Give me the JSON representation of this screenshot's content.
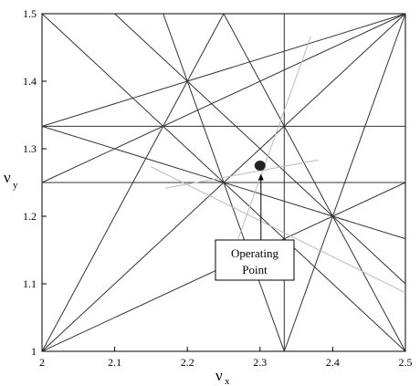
{
  "chart_data": {
    "type": "scatter",
    "title": "",
    "xlabel": {
      "main": "ν",
      "sub": "x"
    },
    "ylabel": {
      "main": "ν",
      "sub": "y"
    },
    "xlim": [
      2,
      2.5
    ],
    "ylim": [
      1,
      1.5
    ],
    "grid": false,
    "xticks": [
      "2",
      "2.1",
      "2.2",
      "2.3",
      "2.4",
      "2.5"
    ],
    "yticks": [
      "1",
      "1.1",
      "1.2",
      "1.3",
      "1.4",
      "1.5"
    ],
    "colors": {
      "dark_line": "#333333",
      "light_line": "#bbbbbb",
      "marker": "#222222"
    },
    "resonance_lines": [
      {
        "from": [
          2,
          1
        ],
        "to": [
          2.5,
          1.5
        ]
      },
      {
        "from": [
          2,
          1.5
        ],
        "to": [
          2.5,
          1
        ]
      },
      {
        "from": [
          2,
          1
        ],
        "to": [
          2.25,
          1.5
        ]
      },
      {
        "from": [
          2,
          1
        ],
        "to": [
          2.5,
          1.25
        ]
      },
      {
        "from": [
          2,
          1.25
        ],
        "to": [
          2.5,
          1.5
        ]
      },
      {
        "from": [
          2,
          1.3333
        ],
        "to": [
          2.5,
          1.5
        ]
      },
      {
        "from": [
          2,
          1.3333
        ],
        "to": [
          2.5,
          1.1667
        ]
      },
      {
        "from": [
          2.1667,
          1.5
        ],
        "to": [
          2.3333,
          1
        ]
      },
      {
        "from": [
          2.3333,
          1
        ],
        "to": [
          2.5,
          1.5
        ]
      },
      {
        "from": [
          2.25,
          1.5
        ],
        "to": [
          2.5,
          1
        ]
      },
      {
        "from": [
          2.1,
          1.5
        ],
        "to": [
          2.5,
          1.1
        ]
      },
      {
        "from": [
          2.3333,
          1
        ],
        "to": [
          2.3333,
          1.5
        ]
      },
      {
        "from": [
          2,
          1.3333
        ],
        "to": [
          2.5,
          1.3333
        ]
      },
      {
        "from": [
          2,
          1.25
        ],
        "to": [
          2.5,
          1.25
        ]
      }
    ],
    "light_lines": [
      {
        "from": [
          2.27,
          1.1667
        ],
        "to": [
          2.37,
          1.4667
        ]
      },
      {
        "from": [
          2.15,
          1.2733
        ],
        "to": [
          2.5,
          1.0867
        ]
      },
      {
        "from": [
          2.17,
          1.2417
        ],
        "to": [
          2.38,
          1.2833
        ]
      }
    ],
    "operating_point": {
      "x": 2.3,
      "y": 1.275
    },
    "annotation": {
      "text": [
        "Operating",
        "Point"
      ]
    }
  }
}
